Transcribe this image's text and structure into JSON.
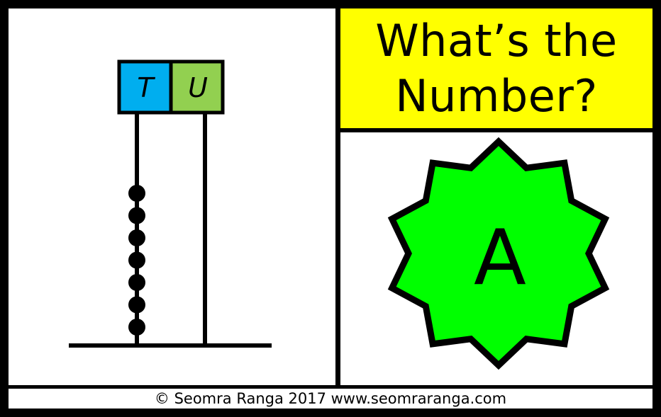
{
  "title": {
    "line1": "What’s the",
    "line2": "Number?"
  },
  "abacus": {
    "columns": [
      {
        "label": "T",
        "color": "#00aeef",
        "beads": 7
      },
      {
        "label": "U",
        "color": "#92d050",
        "beads": 0
      }
    ],
    "bead_color": "#000000"
  },
  "badge": {
    "letter": "A",
    "fill_color": "#00ff00"
  },
  "footer": {
    "text": "© Seomra Ranga 2017 www.seomraranga.com"
  },
  "colors": {
    "title_background": "#ffff00",
    "border": "#000000"
  }
}
